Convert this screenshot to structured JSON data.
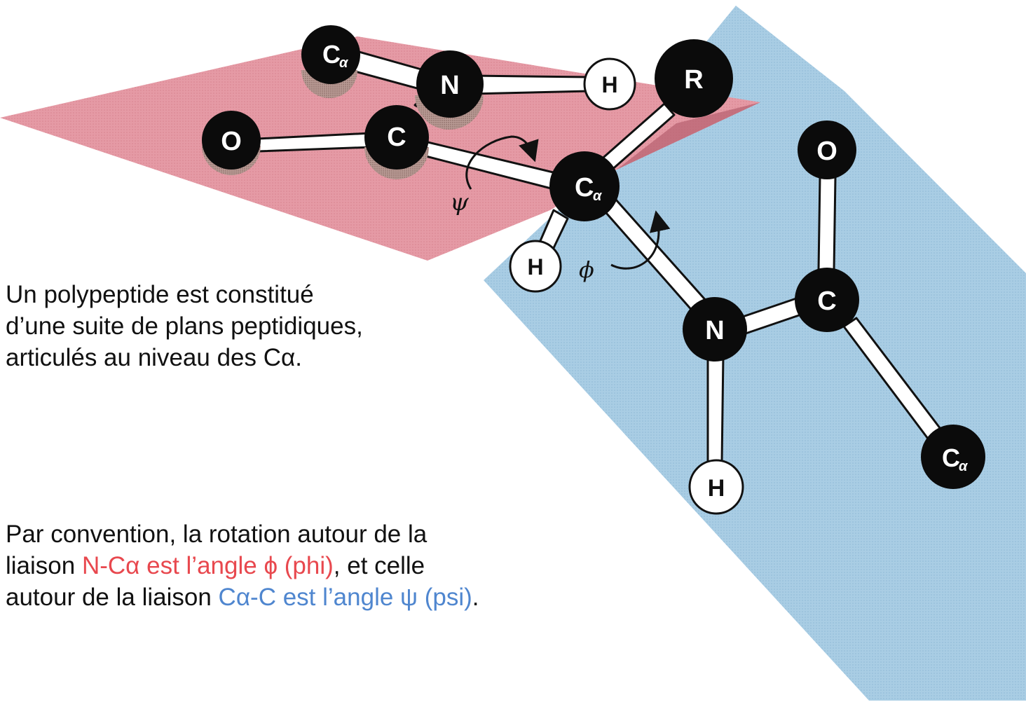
{
  "colors": {
    "plane_red": "#e39aa4",
    "plane_blue": "#a6cbe3",
    "atom_dark": "#0b0b0b",
    "atom_light": "#ffffff",
    "text_red": "#e8484e",
    "text_blue": "#4f86cf"
  },
  "atoms": {
    "calpha_top": {
      "symbol": "C",
      "subscript": "α"
    },
    "n_top": {
      "symbol": "N"
    },
    "h_top": {
      "symbol": "H"
    },
    "o_left": {
      "symbol": "O"
    },
    "c_top": {
      "symbol": "C"
    },
    "r": {
      "symbol": "R"
    },
    "calpha_center": {
      "symbol": "C",
      "subscript": "α"
    },
    "h_center": {
      "symbol": "H"
    },
    "o_right": {
      "symbol": "O"
    },
    "c_right": {
      "symbol": "C"
    },
    "n_right": {
      "symbol": "N"
    },
    "h_bottom": {
      "symbol": "H"
    },
    "calpha_right": {
      "symbol": "C",
      "subscript": "α"
    }
  },
  "angles": {
    "psi_symbol": "ψ",
    "phi_symbol": "ϕ"
  },
  "caption1": {
    "line1": "Un polypeptide est constitué",
    "line2": "d’une suite de plans peptidiques,",
    "line3": "articulés au niveau des Cα."
  },
  "caption2": {
    "line1": "Par convention, la rotation autour de la",
    "line2_a": "liaison ",
    "line2_red": "N-Cα est l’angle ϕ (phi)",
    "line2_b": ", et celle",
    "line3_a": "autour de la liaison ",
    "line3_blue": "Cα-C est l’angle ψ (psi)",
    "line3_b": "."
  }
}
